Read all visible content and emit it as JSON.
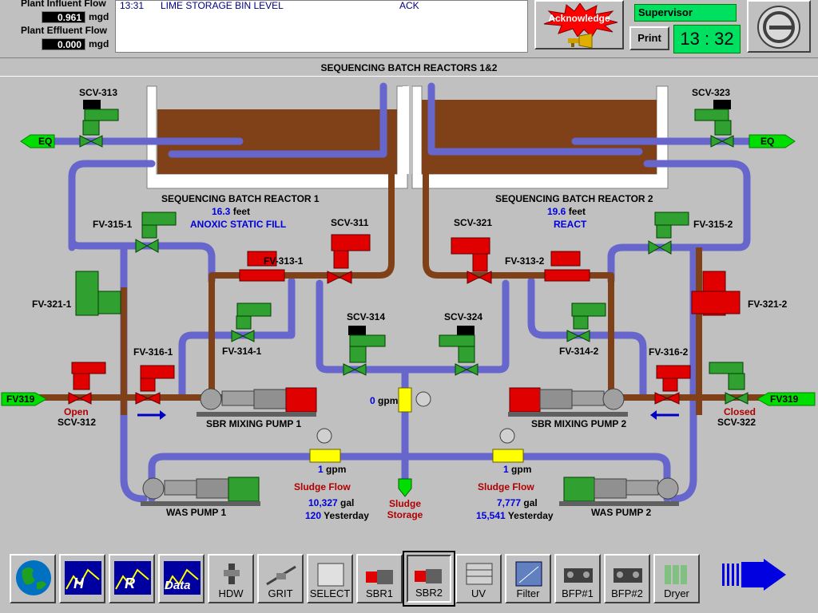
{
  "header": {
    "influent_label": "Plant Influent Flow",
    "influent_value": "0.961",
    "influent_unit": "mgd",
    "effluent_label": "Plant Effluent Flow",
    "effluent_value": "0.000",
    "effluent_unit": "mgd",
    "alarm": {
      "time": "13:31",
      "message": "LIME STORAGE BIN LEVEL",
      "status": "ACK"
    },
    "acknowledge_label": "Acknowledge",
    "user": "Supervisor",
    "print_label": "Print",
    "clock": "13 : 32"
  },
  "title": "SEQUENCING BATCH REACTORS 1&2",
  "reactor1": {
    "name": "SEQUENCING BATCH REACTOR 1",
    "level_value": "16.3",
    "level_unit": "feet",
    "state": "ANOXIC STATIC FILL"
  },
  "reactor2": {
    "name": "SEQUENCING BATCH REACTOR 2",
    "level_value": "19.6",
    "level_unit": "feet",
    "state": "REACT"
  },
  "valves": {
    "scv313": "SCV-313",
    "scv323": "SCV-323",
    "scv311": "SCV-311",
    "scv321": "SCV-321",
    "scv314": "SCV-314",
    "scv324": "SCV-324",
    "scv312": "SCV-312",
    "scv322": "SCV-322",
    "fv3151": "FV-315-1",
    "fv3152": "FV-315-2",
    "fv3131": "FV-313-1",
    "fv3132": "FV-313-2",
    "fv3211": "FV-321-1",
    "fv3212": "FV-321-2",
    "fv3141": "FV-314-1",
    "fv3142": "FV-314-2",
    "fv3161": "FV-316-1",
    "fv3162": "FV-316-2"
  },
  "tags": {
    "eq_left": "EQ",
    "eq_right": "EQ",
    "fv319_left": "FV319",
    "fv319_right": "FV319"
  },
  "status": {
    "scv312": "Open",
    "scv322": "Closed"
  },
  "pumps": {
    "mix1": "SBR MIXING PUMP 1",
    "mix2": "SBR MIXING PUMP 2",
    "was1": "WAS PUMP 1",
    "was2": "WAS PUMP 2"
  },
  "flows": {
    "center_value": "0",
    "center_unit": "gpm",
    "left_value": "1",
    "left_unit": "gpm",
    "right_value": "1",
    "right_unit": "gpm"
  },
  "sludge": {
    "left_title": "Sludge Flow",
    "left_total": "10,327",
    "left_total_unit": "gal",
    "left_yesterday": "120",
    "left_yesterday_label": "Yesterday",
    "right_title": "Sludge Flow",
    "right_total": "7,777",
    "right_total_unit": "gal",
    "right_yesterday": "15,541",
    "right_yesterday_label": "Yesterday",
    "storage_line1": "Sludge",
    "storage_line2": "Storage"
  },
  "nav": [
    "",
    "H",
    "R",
    "Data",
    "HDW",
    "GRIT",
    "SELECT",
    "SBR1",
    "SBR2",
    "UV",
    "Filter",
    "BFP#1",
    "BFP#2",
    "Dryer"
  ],
  "colors": {
    "open_valve": "#00a000",
    "closed_valve": "#e00000",
    "pipe_blue": "#6666cc",
    "pipe_brown": "#804018",
    "sludge": "#804018"
  }
}
